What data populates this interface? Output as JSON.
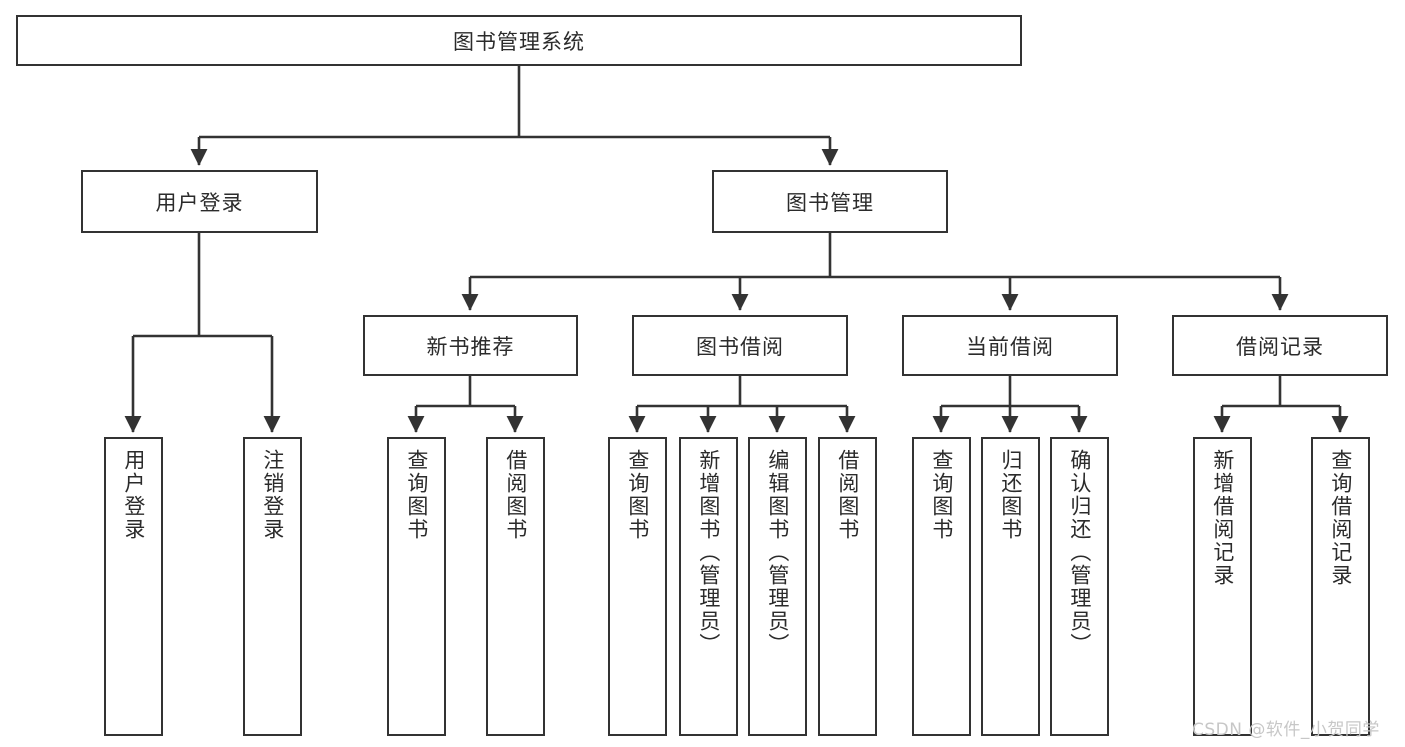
{
  "diagram": {
    "title": "图书管理系统",
    "type": "tree-hierarchy-diagram",
    "background_color": "#ffffff",
    "border_color": "#333333",
    "text_color": "#2b2b2b",
    "watermark": "CSDN @软件_小贺同学",
    "levels": {
      "root": {
        "label": "图书管理系统"
      },
      "level2": [
        {
          "id": "user-login",
          "label": "用户登录"
        },
        {
          "id": "book-management",
          "label": "图书管理"
        }
      ],
      "level3": [
        {
          "id": "new-book-recommend",
          "label": "新书推荐",
          "parent": "book-management"
        },
        {
          "id": "book-borrow",
          "label": "图书借阅",
          "parent": "book-management"
        },
        {
          "id": "current-borrow",
          "label": "当前借阅",
          "parent": "book-management"
        },
        {
          "id": "borrow-record",
          "label": "借阅记录",
          "parent": "book-management"
        }
      ],
      "leaves": [
        {
          "id": "leaf-user-login",
          "label": "用户登录",
          "parent": "user-login"
        },
        {
          "id": "leaf-logout-login",
          "label": "注销登录",
          "parent": "user-login"
        },
        {
          "id": "leaf-query-book-1",
          "label": "查询图书",
          "parent": "new-book-recommend"
        },
        {
          "id": "leaf-borrow-book-1",
          "label": "借阅图书",
          "parent": "new-book-recommend"
        },
        {
          "id": "leaf-query-book-2",
          "label": "查询图书",
          "parent": "book-borrow"
        },
        {
          "id": "leaf-add-book",
          "label": "新增图书（管理员）",
          "parent": "book-borrow"
        },
        {
          "id": "leaf-edit-book",
          "label": "编辑图书（管理员）",
          "parent": "book-borrow"
        },
        {
          "id": "leaf-borrow-book-2",
          "label": "借阅图书",
          "parent": "book-borrow"
        },
        {
          "id": "leaf-query-book-3",
          "label": "查询图书",
          "parent": "current-borrow"
        },
        {
          "id": "leaf-return-book",
          "label": "归还图书",
          "parent": "current-borrow"
        },
        {
          "id": "leaf-confirm-return",
          "label": "确认归还（管理员）",
          "parent": "current-borrow"
        },
        {
          "id": "leaf-add-record",
          "label": "新增借阅记录",
          "parent": "borrow-record"
        },
        {
          "id": "leaf-query-record",
          "label": "查询借阅记录",
          "parent": "borrow-record"
        }
      ]
    }
  }
}
